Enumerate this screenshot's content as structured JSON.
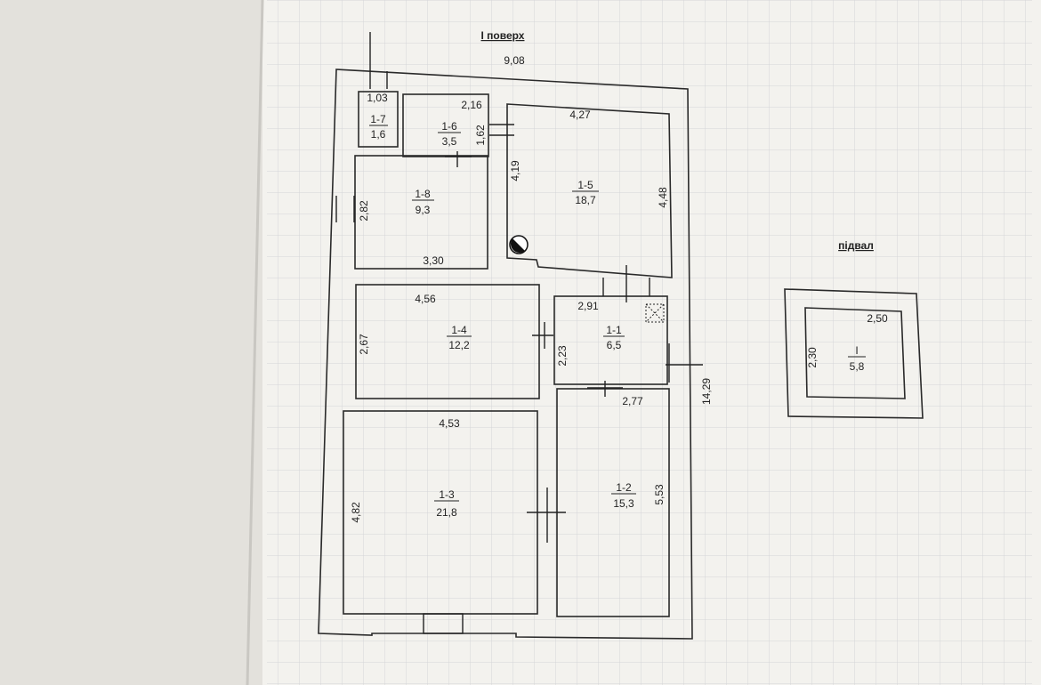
{
  "floor1": {
    "title": "I поверх",
    "overall_width": "9,08",
    "overall_length": "14,29",
    "rooms": [
      {
        "id": "1-1",
        "area": "6,5",
        "dims": [
          "2,91",
          "2,23"
        ]
      },
      {
        "id": "1-2",
        "area": "15,3",
        "dims": [
          "2,77",
          "5,53"
        ]
      },
      {
        "id": "1-3",
        "area": "21,8",
        "dims": [
          "4,53",
          "4,82"
        ]
      },
      {
        "id": "1-4",
        "area": "12,2",
        "dims": [
          "4,56",
          "2,67"
        ]
      },
      {
        "id": "1-5",
        "area": "18,7",
        "dims": [
          "4,27",
          "4,19",
          "4,48"
        ]
      },
      {
        "id": "1-6",
        "area": "3,5",
        "dims": [
          "2,16",
          "1,62"
        ]
      },
      {
        "id": "1-7",
        "area": "1,6",
        "dims": [
          "1,03"
        ]
      },
      {
        "id": "1-8",
        "area": "9,3",
        "dims": [
          "2,82",
          "3,30"
        ]
      }
    ]
  },
  "basement": {
    "title": "підвал",
    "rooms": [
      {
        "id": "I",
        "area": "5,8",
        "dims": [
          "2,50",
          "2,30"
        ]
      }
    ]
  },
  "colors": {
    "paper": "#f3f2ee",
    "background": "#e6e4df",
    "lines": "#2a2a2a",
    "grid": "#d6d6d8"
  }
}
